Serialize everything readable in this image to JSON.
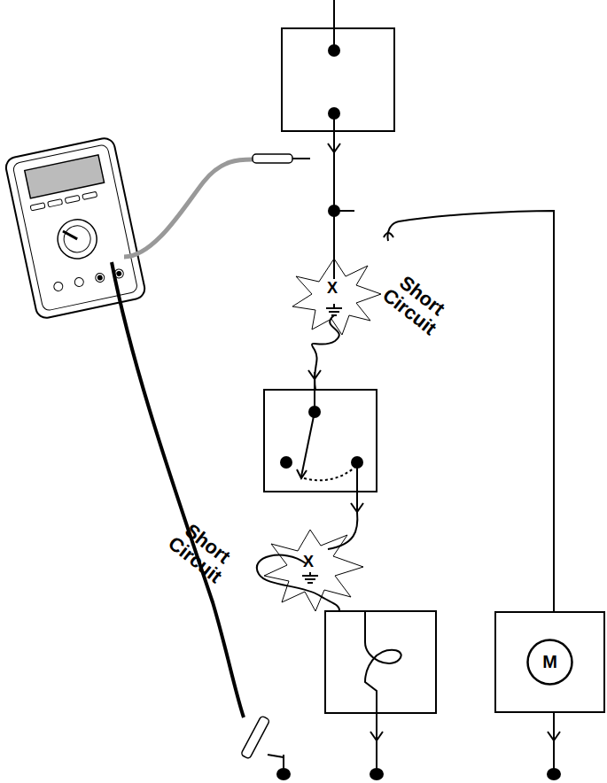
{
  "diagram": {
    "nodes": [
      {
        "text": [
          "M"
        ]
      }
    ],
    "edges": [],
    "labels": [
      "Short Circuit",
      "Short Circuit",
      "X",
      "X"
    ]
  }
}
